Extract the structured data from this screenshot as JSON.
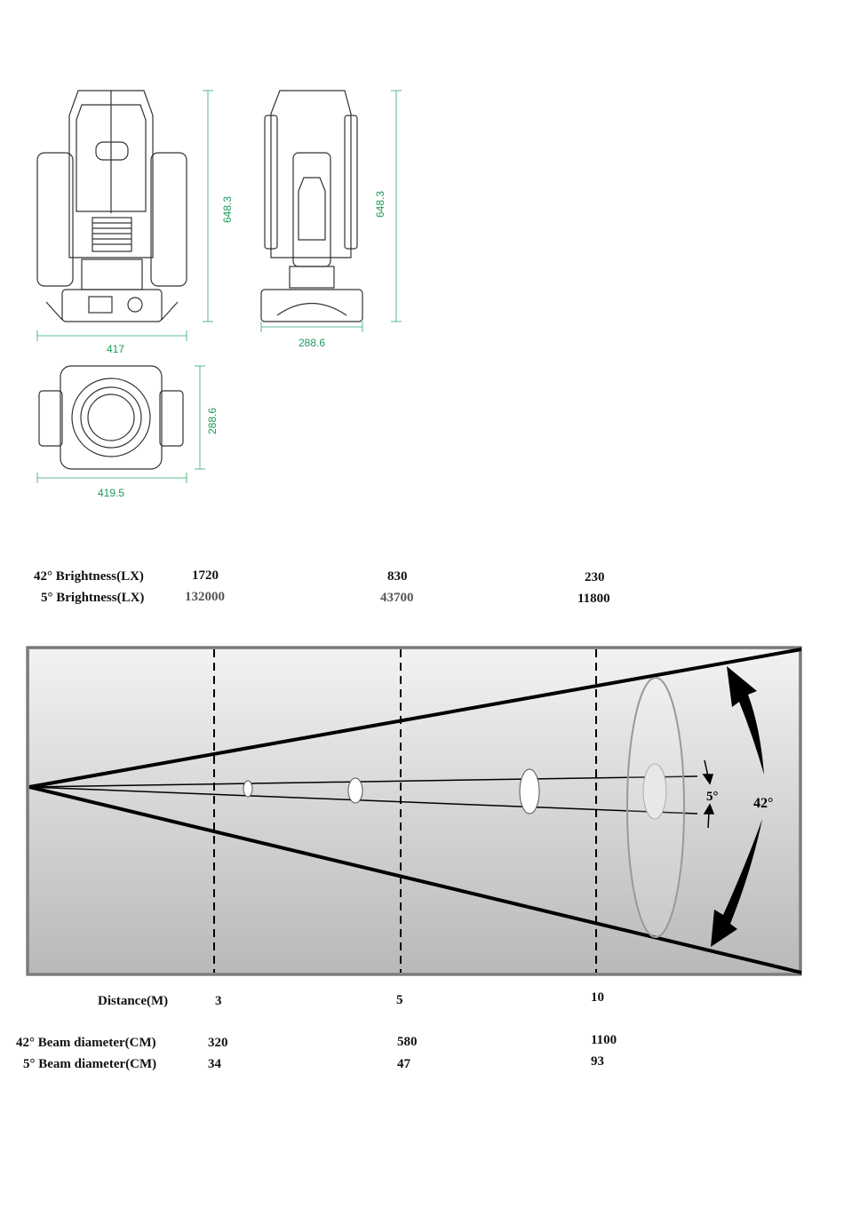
{
  "drawings": {
    "front_height": "648.3",
    "front_width": "417",
    "side_height": "648.3",
    "side_width": "288.6",
    "top_depth": "288.6",
    "top_width": "419.5"
  },
  "brightness": {
    "row42_label": "42° Brightness(LX)",
    "row5_label": "5° Brightness(LX)",
    "row42_values": [
      "1720",
      "830",
      "230"
    ],
    "row5_values": [
      "132000",
      "43700",
      "11800"
    ]
  },
  "beam": {
    "angle_wide": "42°",
    "angle_narrow": "5°",
    "distance_label": "Distance(M)",
    "distances": [
      "3",
      "5",
      "10"
    ],
    "row42_label": "42° Beam diameter(CM)",
    "row5_label": "5° Beam diameter(CM)",
    "row42_values": [
      "320",
      "580",
      "1100"
    ],
    "row5_values": [
      "34",
      "47",
      "93"
    ]
  },
  "colors": {
    "dimension_green": "#1a9a5a",
    "panel_top": "#f2f2f2",
    "panel_bottom": "#b9b9b9"
  }
}
